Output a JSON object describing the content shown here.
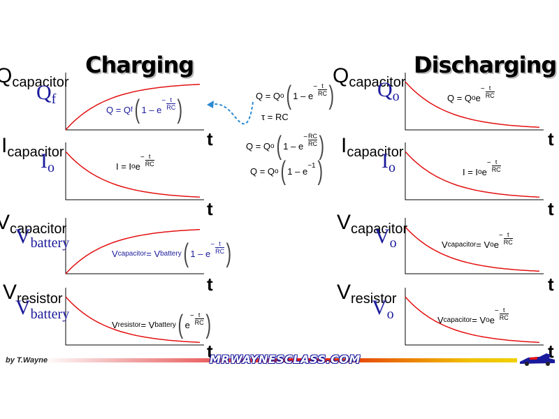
{
  "titles": {
    "charging": "Charging",
    "discharging": "Discharging"
  },
  "axis_t": "t",
  "left_panels": [
    {
      "ylabel_main": "Q",
      "ylabel_sub": "capacitor",
      "ymax_main": "Q",
      "ymax_sub": "f"
    },
    {
      "ylabel_main": "I",
      "ylabel_sub": "capacitor",
      "ymax_main": "I",
      "ymax_sub": "o"
    },
    {
      "ylabel_main": "V",
      "ylabel_sub": "capacitor",
      "ymax_main": "V",
      "ymax_sub": "battery"
    },
    {
      "ylabel_main": "V",
      "ylabel_sub": "resistor",
      "ymax_main": "V",
      "ymax_sub": "battery"
    }
  ],
  "right_panels": [
    {
      "ylabel_main": "Q",
      "ylabel_sub": "capacitor",
      "ymax_main": "Q",
      "ymax_sub": "o"
    },
    {
      "ylabel_main": "I",
      "ylabel_sub": "capacitor",
      "ymax_main": "I",
      "ymax_sub": "o"
    },
    {
      "ylabel_main": "V",
      "ylabel_sub": "capacitor",
      "ymax_main": "V",
      "ymax_sub": "o"
    },
    {
      "ylabel_main": "V",
      "ylabel_sub": "resistor",
      "ymax_main": "V",
      "ymax_sub": "o"
    }
  ],
  "equations": {
    "left_q": {
      "lhs": "Q = Q",
      "lhs_sub": "f",
      "mid": "1 – e",
      "num": "t",
      "den": "RC"
    },
    "left_i": {
      "lhs": "I = I",
      "lhs_sub": "o",
      "mid": "e",
      "num": "t",
      "den": "RC"
    },
    "left_vc": {
      "v1": "V",
      "v1_sub": "capacitor",
      "eqv": " = V",
      "v2_sub": "battery",
      "mid": "1 – e",
      "num": "t",
      "den": "RC"
    },
    "left_vr": {
      "v1": "V",
      "v1_sub": "resistor",
      "eqv": " = V",
      "v2_sub": "battery",
      "mid": "e",
      "num": "t",
      "den": "RC"
    },
    "right_q": {
      "lhs": "Q = Q",
      "lhs_sub": "o",
      "mid": "e",
      "num": "t",
      "den": "RC"
    },
    "right_i": {
      "lhs": "I = I",
      "lhs_sub": "o",
      "mid": "e",
      "num": "t",
      "den": "RC"
    },
    "right_vc": {
      "v1": "V",
      "v1_sub": "capacitor",
      "eqv": " = V",
      "v2_sub": "o",
      "mid": "e",
      "num": "t",
      "den": "RC"
    },
    "right_vr": {
      "v1": "V",
      "v1_sub": "capacitor",
      "eqv": " = V",
      "v2_sub": "o",
      "mid": "e",
      "num": "t",
      "den": "RC"
    },
    "center_1": {
      "lhs": "Q = Q",
      "lhs_sub": "o",
      "mid": "1 – e",
      "num": "t",
      "den": "RC"
    },
    "center_tau": "τ = RC",
    "center_2": {
      "lhs": "Q = Q",
      "lhs_sub": "o",
      "mid": "1 – e",
      "num": "RC",
      "den": "RC"
    },
    "center_3": {
      "lhs": "Q = Q",
      "lhs_sub": "o",
      "mid": "1 – e",
      "exp": "−1"
    }
  },
  "footer": {
    "credit": "by T.Wayne",
    "brand": "MRWAYNESCLASS.COM"
  },
  "colors": {
    "curve": "#e31010",
    "highlight": "#1a1a9c",
    "arrow": "#2a8ad4"
  }
}
